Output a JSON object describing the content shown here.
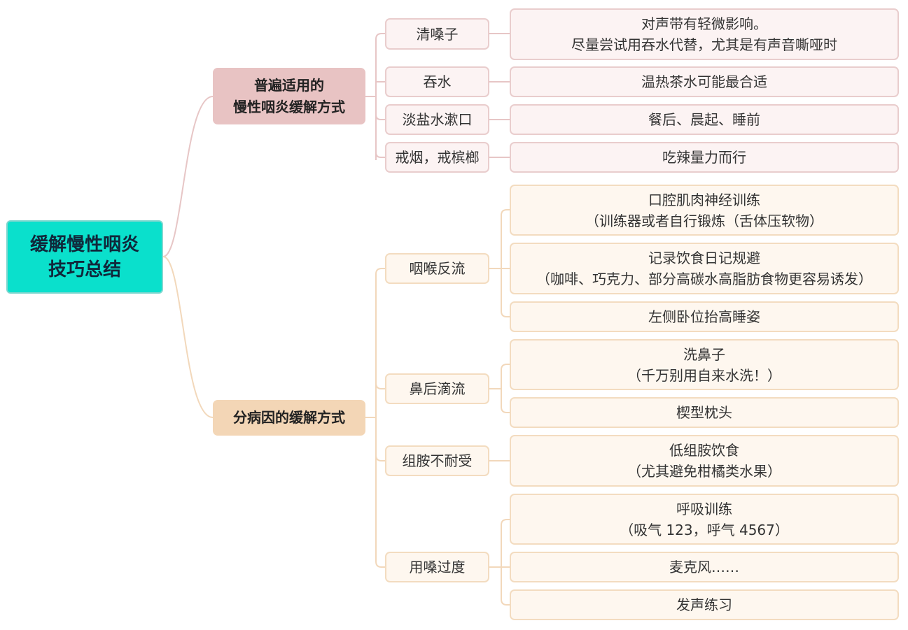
{
  "root": {
    "line1": "缓解慢性咽炎",
    "line2": "技巧总结"
  },
  "colors": {
    "root": "#0ae0cc",
    "general": "#e8c3c3",
    "cause": "#f3d6b6",
    "general_line": "#e7c6c6",
    "cause_line": "#f2d8bb"
  },
  "general": {
    "line1": "普遍适用的",
    "line2": "慢性咽炎缓解方式",
    "items": [
      {
        "label": "清嗓子",
        "detail1": "对声带有轻微影响。",
        "detail2": "尽量尝试用吞水代替，尤其是有声音嘶哑时"
      },
      {
        "label": "吞水",
        "detail1": "温热茶水可能最合适"
      },
      {
        "label": "淡盐水漱口",
        "detail1": "餐后、晨起、睡前"
      },
      {
        "label": "戒烟，戒槟榔",
        "detail1": "吃辣量力而行"
      }
    ]
  },
  "cause": {
    "label": "分病因的缓解方式",
    "groups": [
      {
        "label": "咽喉反流",
        "details": [
          {
            "line1": "口腔肌肉神经训练",
            "line2": "（训练器或者自行锻炼（舌体压软物）"
          },
          {
            "line1": "记录饮食日记规避",
            "line2": "（咖啡、巧克力、部分高碳水高脂肪食物更容易诱发）"
          },
          {
            "line1": "左侧卧位抬高睡姿"
          }
        ]
      },
      {
        "label": "鼻后滴流",
        "details": [
          {
            "line1": "洗鼻子",
            "line2": "（千万别用自来水洗！）"
          },
          {
            "line1": "楔型枕头"
          }
        ]
      },
      {
        "label": "组胺不耐受",
        "details": [
          {
            "line1": "低组胺饮食",
            "line2": "（尤其避免柑橘类水果）"
          }
        ]
      },
      {
        "label": "用嗓过度",
        "details": [
          {
            "line1": "呼吸训练",
            "line2": "（吸气 123，呼气 4567）"
          },
          {
            "line1": "麦克风……"
          },
          {
            "line1": "发声练习"
          }
        ]
      }
    ]
  }
}
